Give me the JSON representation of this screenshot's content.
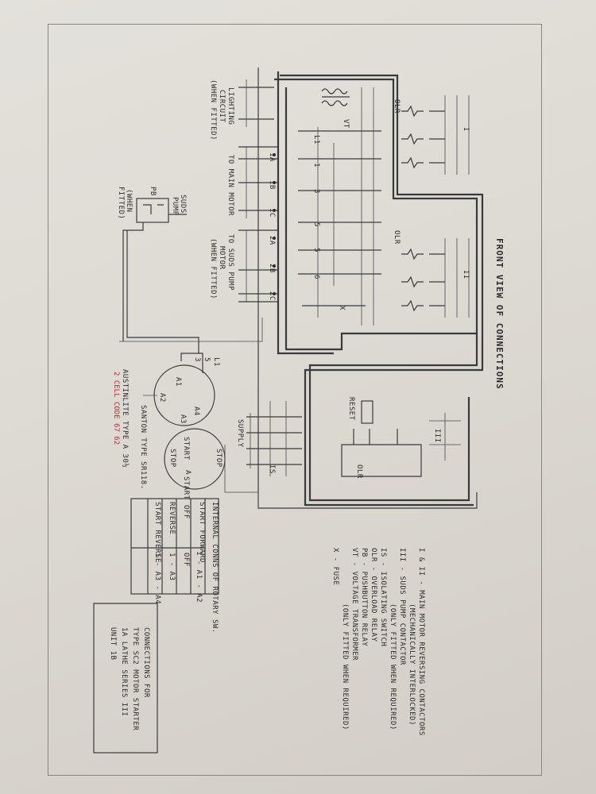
{
  "title": "FRONT VIEW OF CONNECTIONS",
  "circuits": {
    "lighting": [
      "LIGHTING",
      "CIRCUIT",
      "(WHEN FITTED)"
    ],
    "main_motor": "TO MAIN MOTOR",
    "suds_motor": [
      "TO SUDS PUMP",
      "MOTOR",
      "(WHEN FITTED)"
    ],
    "suds_pump": [
      "SUDS",
      "PUMP"
    ],
    "when_fitted": [
      "(WHEN",
      "FITTED)"
    ],
    "supply": "SUPPLY"
  },
  "terminals": {
    "left": [
      "1A",
      "1B",
      "1C",
      "2A",
      "2B",
      "2C"
    ],
    "middle": [
      "L1",
      "1",
      "3",
      "5",
      "5",
      "6",
      "X"
    ],
    "misc": [
      "VT",
      "PB",
      "OLR",
      "OLR",
      "OLR",
      "RESET",
      "I",
      "II",
      "III",
      "IS"
    ],
    "starter": [
      "L1",
      "5",
      "3",
      "A1",
      "A2",
      "A4",
      "A3",
      "START",
      "STOP",
      "A",
      "STOP",
      "START"
    ]
  },
  "switch_note": {
    "line1": "AUSTINLITE TYPE A 30½",
    "line2": "2 CELL CODE 67 62",
    "santon": "SANTON TYPE SR118."
  },
  "table": {
    "header": "INTERNAL CONNS OF ROTARY SW.",
    "rows": [
      [
        "START FORWARD",
        "1 - A1 - A2"
      ],
      [
        "OFF",
        "OFF"
      ],
      [
        "REVERSE",
        "1 - A3"
      ],
      [
        "START REVERSE",
        "1 - A3 - A4"
      ]
    ]
  },
  "legend": [
    "I & II - MAIN MOTOR REVERSING CONTACTORS",
    "(MECHANICALLY INTERLOCKED)",
    "III - SUDS PUMP CONTACTOR",
    "(ONLY FITTED WHEN REQUIRED)",
    "IS - ISOLATING SWITCH",
    "OLR - OVERLOAD RELAY",
    "PB - PUSHBUTTON RELAY",
    "VT - VOLTAGE TRANSFORMER",
    "(ONLY FITTED WHEN REQUIRED)",
    "X - FUSE"
  ],
  "caption": [
    "CONNECTIONS FOR",
    "TYPE SC2 MOTOR STARTER",
    "1A LATHE SERIES III",
    "UNIT 1B"
  ]
}
